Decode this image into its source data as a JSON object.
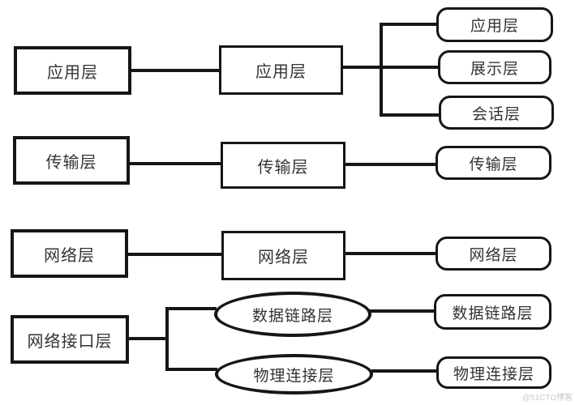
{
  "diagram": {
    "left_column": [
      "应用层",
      "传输层",
      "网络层",
      "网络接口层"
    ],
    "middle_rects": [
      "应用层",
      "传输层",
      "网络层"
    ],
    "middle_ellipses": [
      "数据链路层",
      "物理连接层"
    ],
    "right_column": [
      "应用层",
      "展示层",
      "会话层",
      "传输层",
      "网络层",
      "数据链路层",
      "物理连接层"
    ],
    "watermark": "@51CTO博客",
    "colors": {
      "line": "#161616",
      "text": "#333333",
      "watermark": "#c9c9c9",
      "background": "#ffffff"
    }
  }
}
